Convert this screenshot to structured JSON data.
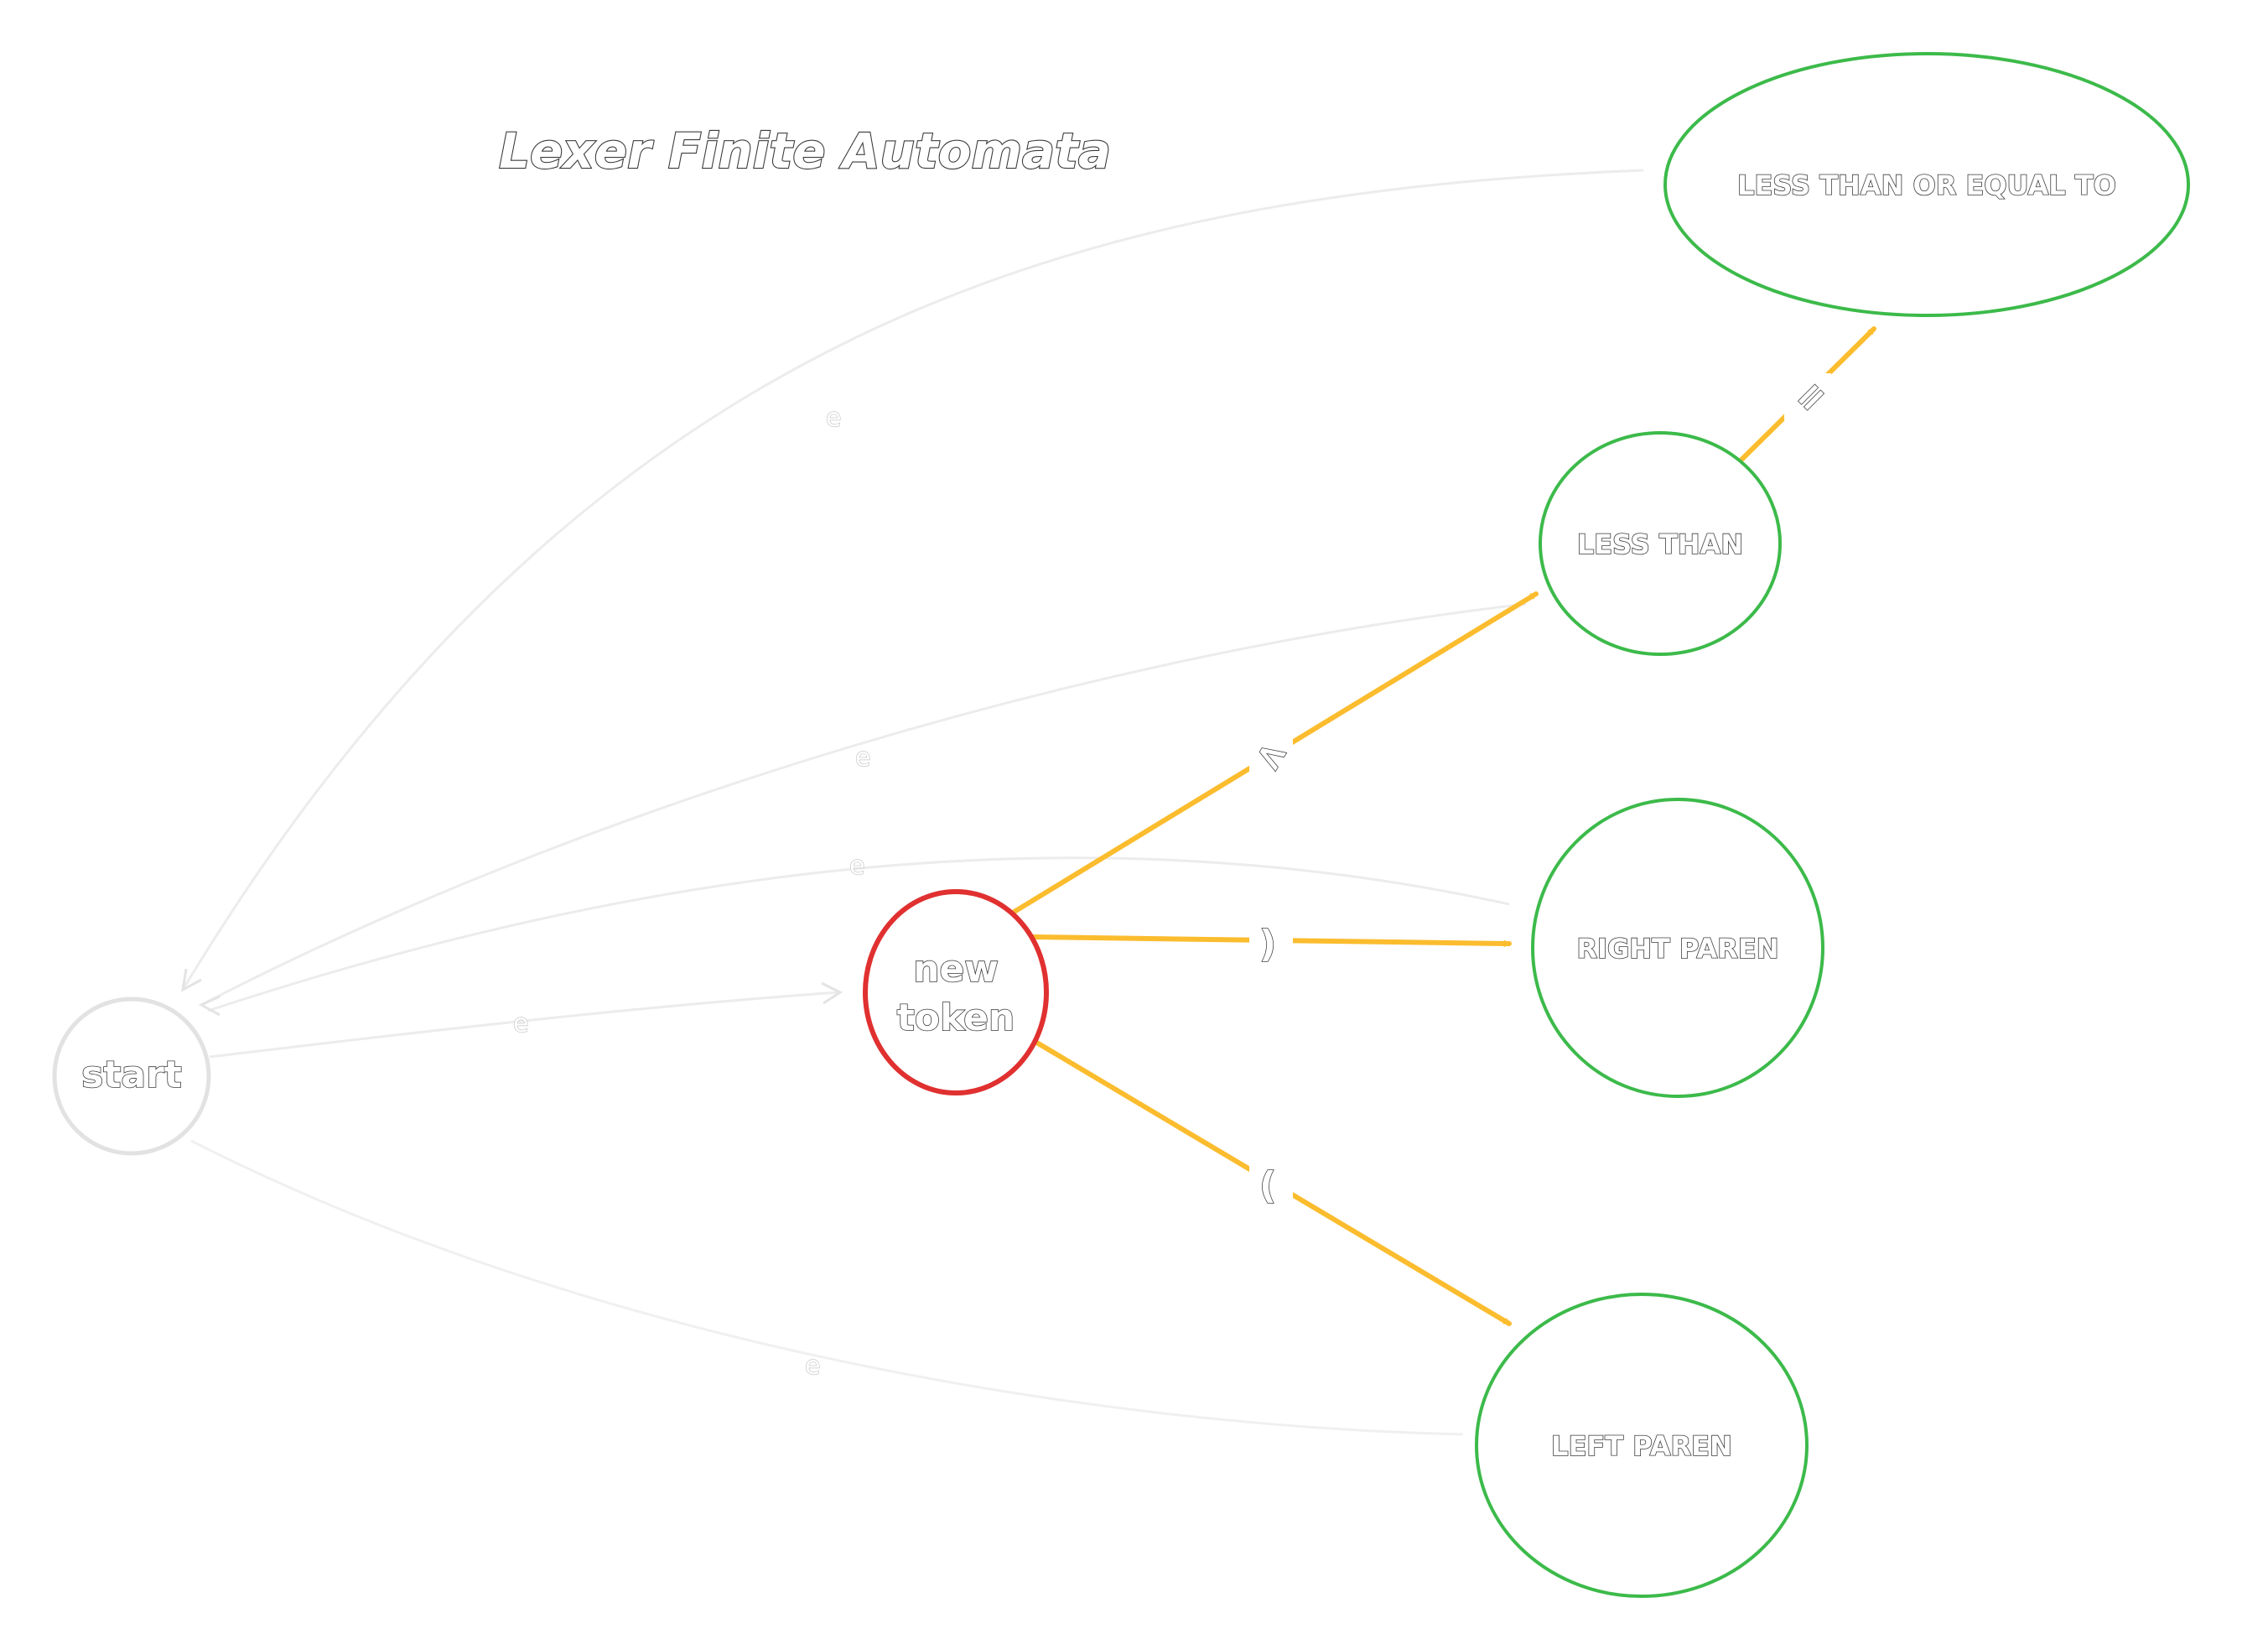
{
  "diagram": {
    "title": "Lexer Finite Automata",
    "colors": {
      "accent_edge": "#fbbc2e",
      "faint_edge": "#ebebeb",
      "accept_state": "#3cba4a",
      "current_state": "#e03030",
      "start_state": "#e2e2e2"
    },
    "nodes": {
      "start": "start",
      "new_token_line1": "new",
      "new_token_line2": "token",
      "less_than": "LESS THAN",
      "less_than_or_equal": "LESS THAN OR EQUAL TO",
      "right_paren": "RIGHT PAREN",
      "left_paren": "LEFT PAREN"
    },
    "edge_labels": {
      "start_to_new_token": "e",
      "less_than_to_start": "e",
      "right_paren_to_start": "e",
      "left_paren_to_start": "e",
      "less_equal_to_start": "e",
      "new_token_to_less_than": "<",
      "new_token_to_right_paren": ")",
      "new_token_to_left_paren": "(",
      "less_than_to_less_equal": "="
    }
  }
}
